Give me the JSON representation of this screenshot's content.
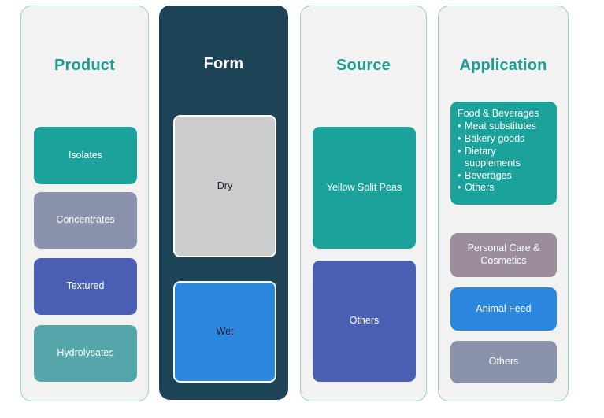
{
  "columns": [
    {
      "heading": "Product",
      "theme": "light",
      "nodes": [
        {
          "label": "Isolates",
          "color": "#1ba29a"
        },
        {
          "label": "Concentrates",
          "color": "#8b93ac"
        },
        {
          "label": "Textured",
          "color": "#4a5fb4"
        },
        {
          "label": "Hydrolysates",
          "color": "#55a6ab"
        }
      ]
    },
    {
      "heading": "Form",
      "theme": "dark",
      "panel_color": "#1c4456",
      "nodes": [
        {
          "label": "Dry",
          "color": "#cccdcd"
        },
        {
          "label": "Wet",
          "color": "#2b87de"
        }
      ]
    },
    {
      "heading": "Source",
      "theme": "light",
      "nodes": [
        {
          "label": "Yellow Split Peas",
          "color": "#1ba29a"
        },
        {
          "label": "Others",
          "color": "#4a5fb4"
        }
      ]
    },
    {
      "heading": "Application",
      "theme": "light",
      "nodes": [
        {
          "label": "Food & Beverages",
          "color": "#1ba29a",
          "bullets": [
            "Meat substitutes",
            "Bakery goods",
            "Dietary\nsupplements",
            "Beverages",
            "Others"
          ]
        },
        {
          "label": "Personal Care &\nCosmetics",
          "color": "#9b8d9b"
        },
        {
          "label": "Animal Feed",
          "color": "#2b87de"
        },
        {
          "label": "Others",
          "color": "#8b93ac"
        }
      ]
    }
  ],
  "palette": {
    "teal_heading": "#1a9e95",
    "panel_light_bg": "#f2f2f2",
    "panel_light_border": "#9ecdcb",
    "panel_dark_bg": "#1c4456",
    "page_bg": "#ffffff"
  }
}
